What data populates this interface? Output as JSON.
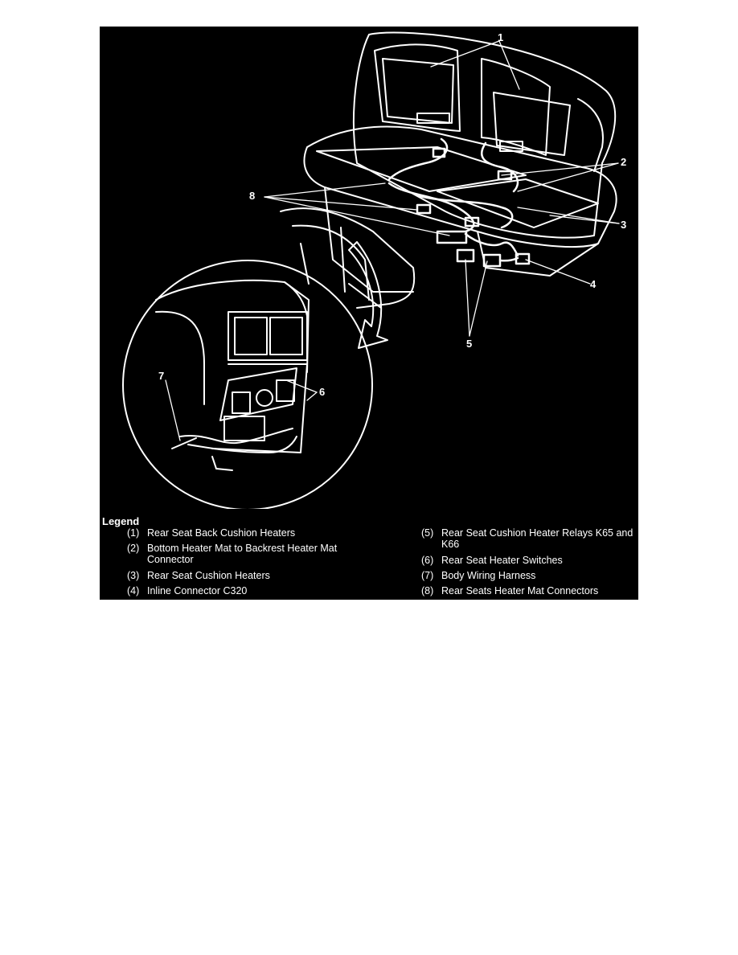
{
  "colors": {
    "background": "#000000",
    "linework": "#ffffff",
    "page": "#ffffff"
  },
  "callouts": [
    "1",
    "2",
    "3",
    "4",
    "5",
    "6",
    "7",
    "8"
  ],
  "legend": {
    "title": "Legend",
    "items": [
      {
        "num": "(1)",
        "text": "Rear Seat Back Cushion Heaters"
      },
      {
        "num": "(2)",
        "text": "Bottom Heater Mat to Backrest Heater Mat Connector"
      },
      {
        "num": "(3)",
        "text": "Rear Seat Cushion Heaters"
      },
      {
        "num": "(4)",
        "text": "Inline Connector C320"
      },
      {
        "num": "(5)",
        "text": "Rear Seat Cushion Heater Relays K65 and K66"
      },
      {
        "num": "(6)",
        "text": "Rear Seat Heater Switches"
      },
      {
        "num": "(7)",
        "text": "Body Wiring Harness"
      },
      {
        "num": "(8)",
        "text": "Rear Seats Heater Mat Connectors"
      }
    ]
  }
}
